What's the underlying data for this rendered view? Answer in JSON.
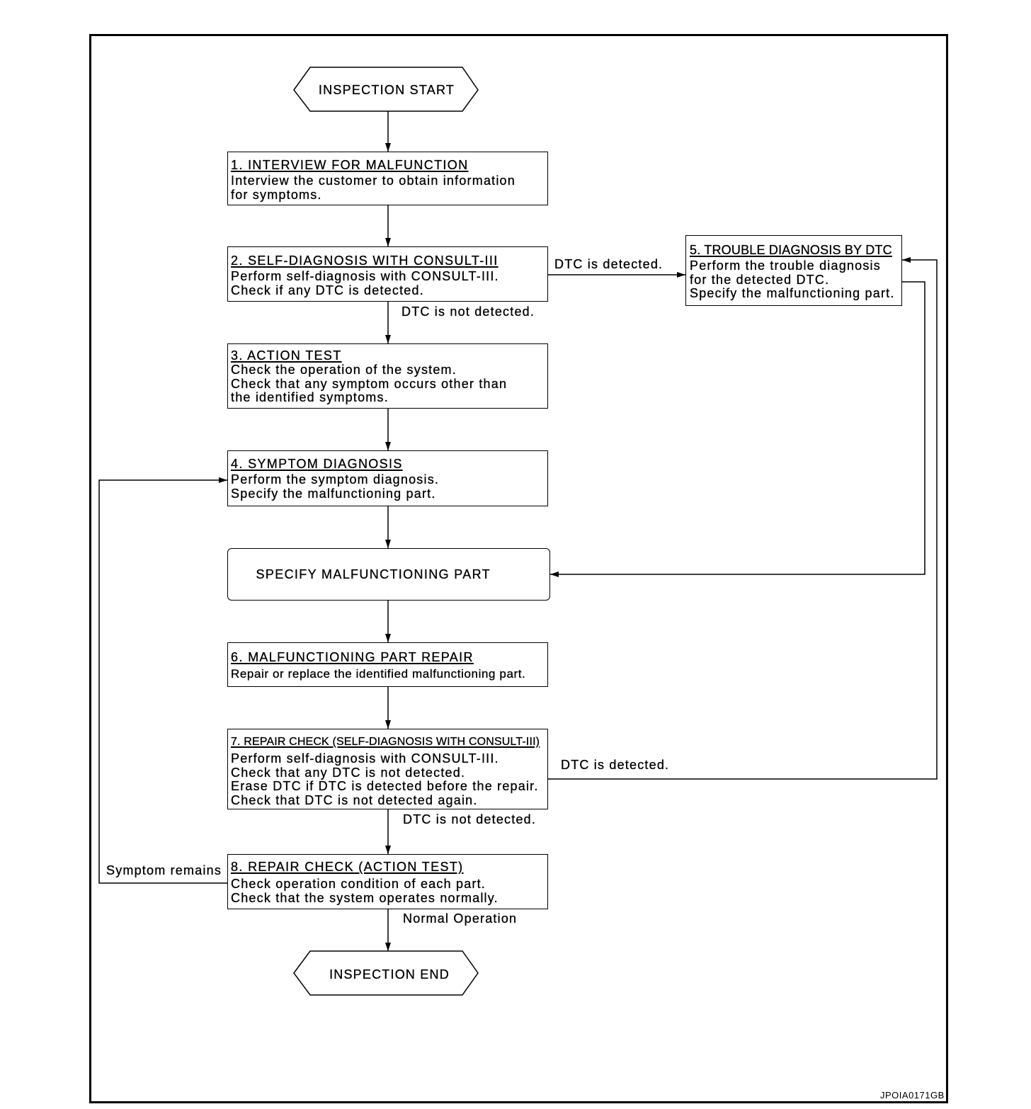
{
  "terminals": {
    "start": "INSPECTION START",
    "end": "INSPECTION END"
  },
  "steps": [
    {
      "title": "1. INTERVIEW FOR MALFUNCTION",
      "lines": [
        "Interview the customer to obtain information",
        "for symptoms."
      ]
    },
    {
      "title": "2. SELF-DIAGNOSIS WITH CONSULT-III",
      "lines": [
        "Perform self-diagnosis with CONSULT-III.",
        "Check if any DTC is detected."
      ]
    },
    {
      "title": "3. ACTION TEST",
      "lines": [
        "Check the operation of the system.",
        "Check that any symptom occurs other than",
        "the identified symptoms."
      ]
    },
    {
      "title": "4. SYMPTOM DIAGNOSIS",
      "lines": [
        "Perform the symptom diagnosis.",
        "Specify the malfunctioning part."
      ]
    },
    {
      "title": "5. TROUBLE DIAGNOSIS BY DTC",
      "lines": [
        "Perform the trouble diagnosis",
        "for the detected DTC.",
        "Specify the malfunctioning part."
      ]
    },
    {
      "title": "6. MALFUNCTIONING PART REPAIR",
      "lines": [
        "Repair or replace the identified malfunctioning part."
      ]
    },
    {
      "title": "7. REPAIR CHECK (SELF-DIAGNOSIS WITH CONSULT-III)",
      "lines": [
        "Perform self-diagnosis with CONSULT-III.",
        "Check that any DTC is not detected.",
        "Erase DTC if DTC is detected before the repair.",
        "Check that DTC is not detected again."
      ]
    },
    {
      "title": "8. REPAIR CHECK (ACTION TEST)",
      "lines": [
        "Check operation condition of each part.",
        "Check that the system operates normally."
      ]
    }
  ],
  "specify_box": "SPECIFY MALFUNCTIONING PART",
  "edge_labels": {
    "step2_to_step5": "DTC is detected.",
    "step2_to_step3": "DTC is not detected.",
    "step7_to_step5": "DTC is detected.",
    "step7_to_step8": "DTC is not detected.",
    "step8_to_step4": "Symptom remains",
    "step8_to_end": "Normal Operation"
  },
  "figure_id": "JPOIA0171GB",
  "colors": {
    "ink": "#000000",
    "paper": "#ffffff"
  }
}
